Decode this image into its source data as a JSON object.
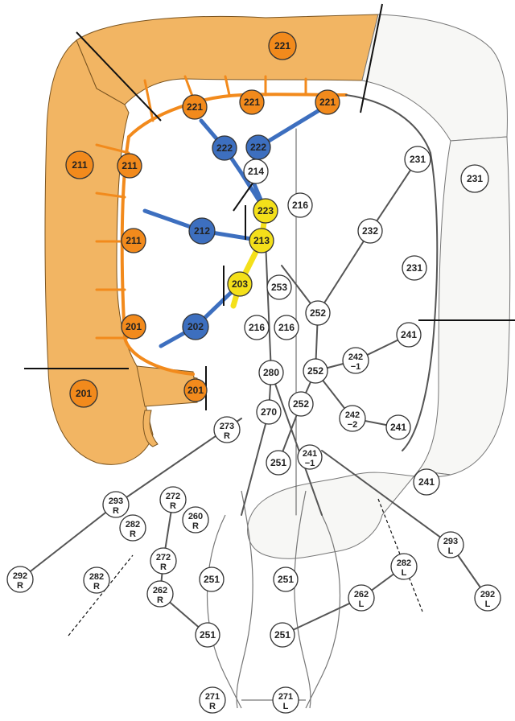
{
  "colors": {
    "right_colon": "#f28a1c",
    "left_colon": "#ffffff",
    "ligated_vessel": "#3d6fbf",
    "dissected_node": "#f4e01a",
    "vessel_outline": "#555555",
    "background": "#ffffff"
  },
  "nodes": [
    {
      "id": "n221a",
      "label": "221",
      "sub": "",
      "fill": "orange"
    },
    {
      "id": "n221b",
      "label": "221",
      "sub": "",
      "fill": "orange"
    },
    {
      "id": "n221c",
      "label": "221",
      "sub": "",
      "fill": "orange"
    },
    {
      "id": "n221d",
      "label": "221",
      "sub": "",
      "fill": "orange"
    },
    {
      "id": "n211a",
      "label": "211",
      "sub": "",
      "fill": "orange"
    },
    {
      "id": "n211b",
      "label": "211",
      "sub": "",
      "fill": "orange"
    },
    {
      "id": "n211c",
      "label": "211",
      "sub": "",
      "fill": "orange"
    },
    {
      "id": "n201a",
      "label": "201",
      "sub": "",
      "fill": "orange"
    },
    {
      "id": "n201b",
      "label": "201",
      "sub": "",
      "fill": "orange"
    },
    {
      "id": "n201c",
      "label": "201",
      "sub": "",
      "fill": "orange"
    },
    {
      "id": "n222a",
      "label": "222",
      "sub": "",
      "fill": "blue"
    },
    {
      "id": "n222b",
      "label": "222",
      "sub": "",
      "fill": "blue"
    },
    {
      "id": "n212",
      "label": "212",
      "sub": "",
      "fill": "blue"
    },
    {
      "id": "n202",
      "label": "202",
      "sub": "",
      "fill": "blue"
    },
    {
      "id": "n223",
      "label": "223",
      "sub": "",
      "fill": "yellow"
    },
    {
      "id": "n213",
      "label": "213",
      "sub": "",
      "fill": "yellow"
    },
    {
      "id": "n203",
      "label": "203",
      "sub": "",
      "fill": "yellow"
    },
    {
      "id": "n214",
      "label": "214",
      "sub": "",
      "fill": "white"
    },
    {
      "id": "n216a",
      "label": "216",
      "sub": "",
      "fill": "white"
    },
    {
      "id": "n216b",
      "label": "216",
      "sub": "",
      "fill": "white"
    },
    {
      "id": "n216c",
      "label": "216",
      "sub": "",
      "fill": "white"
    },
    {
      "id": "n231a",
      "label": "231",
      "sub": "",
      "fill": "white"
    },
    {
      "id": "n231b",
      "label": "231",
      "sub": "",
      "fill": "white"
    },
    {
      "id": "n231c",
      "label": "231",
      "sub": "",
      "fill": "white"
    },
    {
      "id": "n232",
      "label": "232",
      "sub": "",
      "fill": "white"
    },
    {
      "id": "n253",
      "label": "253",
      "sub": "",
      "fill": "white"
    },
    {
      "id": "n252a",
      "label": "252",
      "sub": "",
      "fill": "white"
    },
    {
      "id": "n252b",
      "label": "252",
      "sub": "",
      "fill": "white"
    },
    {
      "id": "n252c",
      "label": "252",
      "sub": "",
      "fill": "white"
    },
    {
      "id": "n241a",
      "label": "241",
      "sub": "",
      "fill": "white"
    },
    {
      "id": "n241b",
      "label": "241",
      "sub": "",
      "fill": "white"
    },
    {
      "id": "n241c",
      "label": "241",
      "sub": "",
      "fill": "white"
    },
    {
      "id": "n2421",
      "label": "242",
      "sub": "−1",
      "fill": "white"
    },
    {
      "id": "n2422",
      "label": "242",
      "sub": "−2",
      "fill": "white"
    },
    {
      "id": "n2411",
      "label": "241",
      "sub": "−1",
      "fill": "white"
    },
    {
      "id": "n280",
      "label": "280",
      "sub": "",
      "fill": "white"
    },
    {
      "id": "n270",
      "label": "270",
      "sub": "",
      "fill": "white"
    },
    {
      "id": "n273R",
      "label": "273",
      "sub": "R",
      "fill": "white"
    },
    {
      "id": "n251a",
      "label": "251",
      "sub": "",
      "fill": "white"
    },
    {
      "id": "n251b",
      "label": "251",
      "sub": "",
      "fill": "white"
    },
    {
      "id": "n251c",
      "label": "251",
      "sub": "",
      "fill": "white"
    },
    {
      "id": "n251d",
      "label": "251",
      "sub": "",
      "fill": "white"
    },
    {
      "id": "n251e",
      "label": "251",
      "sub": "",
      "fill": "white"
    },
    {
      "id": "n293R",
      "label": "293",
      "sub": "R",
      "fill": "white"
    },
    {
      "id": "n272Ra",
      "label": "272",
      "sub": "R",
      "fill": "white"
    },
    {
      "id": "n260R",
      "label": "260",
      "sub": "R",
      "fill": "white"
    },
    {
      "id": "n282Ra",
      "label": "282",
      "sub": "R",
      "fill": "white"
    },
    {
      "id": "n292R",
      "label": "292",
      "sub": "R",
      "fill": "white"
    },
    {
      "id": "n282Rb",
      "label": "282",
      "sub": "R",
      "fill": "white"
    },
    {
      "id": "n272Rb",
      "label": "272",
      "sub": "R",
      "fill": "white"
    },
    {
      "id": "n262R",
      "label": "262",
      "sub": "R",
      "fill": "white"
    },
    {
      "id": "n293L",
      "label": "293",
      "sub": "L",
      "fill": "white"
    },
    {
      "id": "n282L",
      "label": "282",
      "sub": "L",
      "fill": "white"
    },
    {
      "id": "n292L",
      "label": "292",
      "sub": "L",
      "fill": "white"
    },
    {
      "id": "n262L",
      "label": "262",
      "sub": "L",
      "fill": "white"
    },
    {
      "id": "n271R",
      "label": "271",
      "sub": "R",
      "fill": "white"
    },
    {
      "id": "n271L",
      "label": "271",
      "sub": "L",
      "fill": "white"
    }
  ]
}
